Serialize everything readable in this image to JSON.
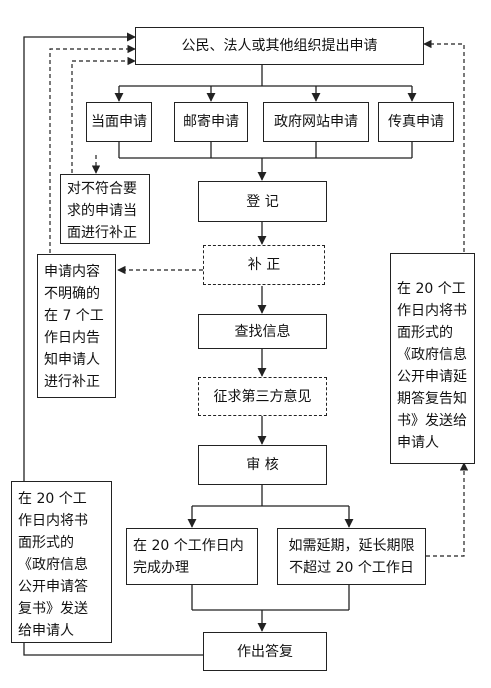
{
  "nodes": {
    "start": "公民、法人或其他组织提出申请",
    "in_person": "当面申请",
    "mail": "邮寄申请",
    "website": "政府网站申请",
    "fax": "传真申请",
    "register": "登 记",
    "supplement": "补 正",
    "search": "查找信息",
    "third_party": "征求第三方意见",
    "review": "审 核",
    "complete_20": "在 20 个工作日内\n完成办理",
    "extend": "如需延期，延长期限\n不超过 20 个工作日",
    "reply": "作出答复"
  },
  "notes": {
    "supplement_onsite": "对不符合要\n求的申请当\n面进行补正",
    "unclear_content": "申请内容\n不明确的\n在 7 个工\n作日内告\n知申请人\n进行补正",
    "reply_form": "在 20 个工\n作日内将书\n面形式的\n《政府信息\n公开申请答\n复书》发送\n给申请人",
    "extension_form": "在 20 个工\n作日内将书\n面形式的\n《政府信息\n公开申请延\n期答复告知\n书》发送给\n申请人"
  },
  "colors": {
    "line": "#222222",
    "box_fill": "#ffffff"
  }
}
